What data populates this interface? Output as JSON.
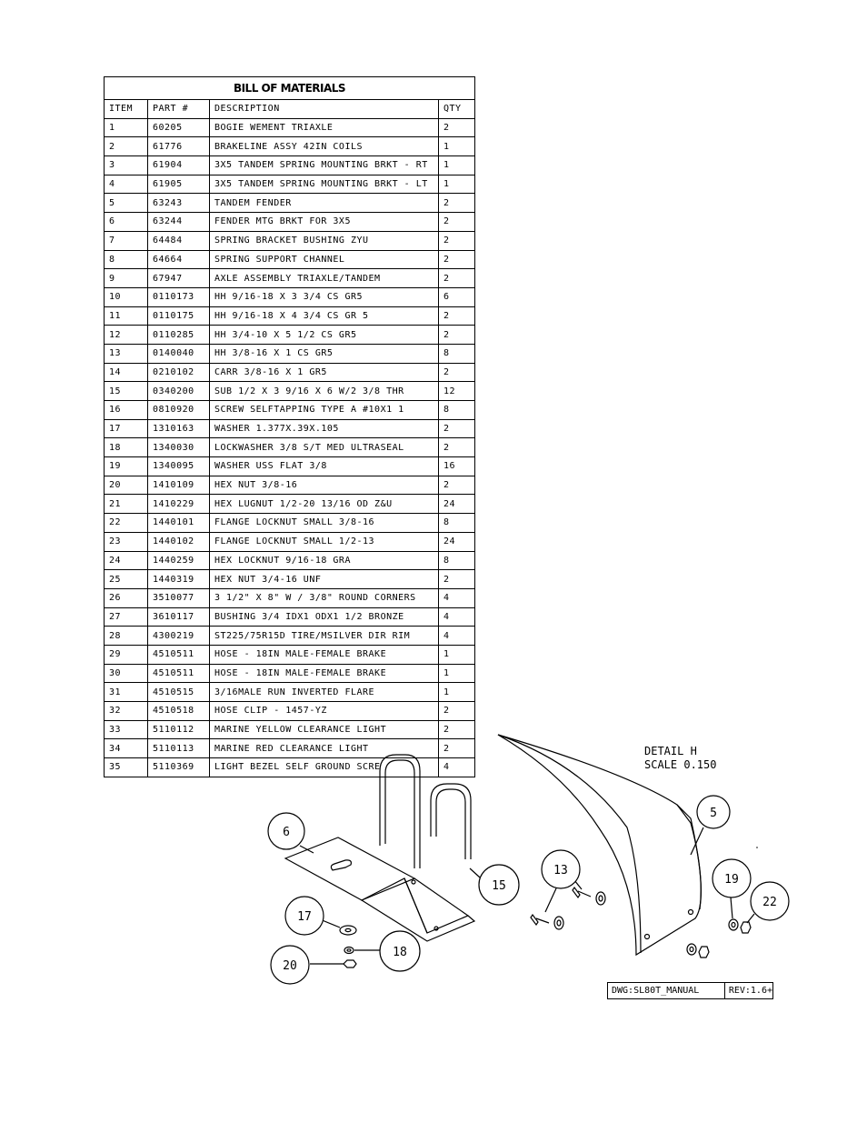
{
  "bom": {
    "title": "BILL OF MATERIALS",
    "headers": [
      "ITEM",
      "PART #",
      "DESCRIPTION",
      "QTY"
    ],
    "rows": [
      [
        "1",
        "60205",
        "BOGIE WEMENT  TRIAXLE",
        "2"
      ],
      [
        "2",
        "61776",
        "BRAKELINE ASSY  42IN COILS",
        "1"
      ],
      [
        "3",
        "61904",
        "3X5 TANDEM SPRING MOUNTING BRKT - RT",
        "1"
      ],
      [
        "4",
        "61905",
        "3X5 TANDEM SPRING MOUNTING BRKT - LT",
        "1"
      ],
      [
        "5",
        "63243",
        "TANDEM FENDER",
        "2"
      ],
      [
        "6",
        "63244",
        "FENDER MTG BRKT FOR 3X5",
        "2"
      ],
      [
        "7",
        "64484",
        "SPRING BRACKET BUSHING  ZYU",
        "2"
      ],
      [
        "8",
        "64664",
        "SPRING SUPPORT CHANNEL",
        "2"
      ],
      [
        "9",
        "67947",
        "AXLE ASSEMBLY TRIAXLE/TANDEM",
        "2"
      ],
      [
        "10",
        "0110173",
        "HH 9/16-18 X 3 3/4 CS GR5",
        "6"
      ],
      [
        "11",
        "0110175",
        "HH 9/16-18 X 4 3/4 CS GR 5",
        "2"
      ],
      [
        "12",
        "0110285",
        "HH 3/4-10 X 5 1/2 CS GR5",
        "2"
      ],
      [
        "13",
        "0140040",
        "HH 3/8-16 X 1 CS GR5",
        "8"
      ],
      [
        "14",
        "0210102",
        "CARR 3/8-16 X 1 GR5",
        "2"
      ],
      [
        "15",
        "0340200",
        "SUB 1/2 X 3 9/16 X 6 W/2 3/8 THR",
        "12"
      ],
      [
        "16",
        "0810920",
        "SCREW SELFTAPPING TYPE A #10X1 1",
        "8"
      ],
      [
        "17",
        "1310163",
        "WASHER 1.377X.39X.105",
        "2"
      ],
      [
        "18",
        "1340030",
        "LOCKWASHER 3/8 S/T MED ULTRASEAL",
        "2"
      ],
      [
        "19",
        "1340095",
        "WASHER USS FLAT 3/8",
        "16"
      ],
      [
        "20",
        "1410109",
        "HEX NUT 3/8-16",
        "2"
      ],
      [
        "21",
        "1410229",
        "HEX LUGNUT 1/2-20 13/16 OD Z&U",
        "24"
      ],
      [
        "22",
        "1440101",
        "FLANGE LOCKNUT SMALL 3/8-16",
        "8"
      ],
      [
        "23",
        "1440102",
        "FLANGE LOCKNUT SMALL 1/2-13",
        "24"
      ],
      [
        "24",
        "1440259",
        "HEX LOCKNUT 9/16-18 GRA",
        "8"
      ],
      [
        "25",
        "1440319",
        "HEX NUT 3/4-16 UNF",
        "2"
      ],
      [
        "26",
        "3510077",
        "3 1/2\" X 8\" W / 3/8\" ROUND CORNERS",
        "4"
      ],
      [
        "27",
        "3610117",
        "BUSHING  3/4 IDX1 ODX1 1/2 BRONZE",
        "4"
      ],
      [
        "28",
        "4300219",
        "ST225/75R15D TIRE/MSILVER DIR RIM",
        "4"
      ],
      [
        "29",
        "4510511",
        "HOSE - 18IN MALE-FEMALE BRAKE",
        "1"
      ],
      [
        "30",
        "4510511",
        "HOSE - 18IN MALE-FEMALE BRAKE",
        "1"
      ],
      [
        "31",
        "4510515",
        "3/16MALE RUN INVERTED FLARE",
        "1"
      ],
      [
        "32",
        "4510518",
        "HOSE CLIP - 1457-YZ",
        "2"
      ],
      [
        "33",
        "5110112",
        "MARINE YELLOW CLEARANCE LIGHT",
        "2"
      ],
      [
        "34",
        "5110113",
        "MARINE RED CLEARANCE LIGHT",
        "2"
      ],
      [
        "35",
        "5110369",
        "LIGHT BEZEL  SELF GROUND  SCRE",
        "4"
      ]
    ]
  },
  "detail": {
    "title": "DETAIL  H",
    "scale": "SCALE  0.150"
  },
  "callouts": [
    "6",
    "17",
    "20",
    "18",
    "15",
    "13",
    "5",
    "19",
    "22"
  ],
  "title_block": {
    "dwg": "DWG:SL80T_MANUAL",
    "rev": "REV:1.6+"
  }
}
